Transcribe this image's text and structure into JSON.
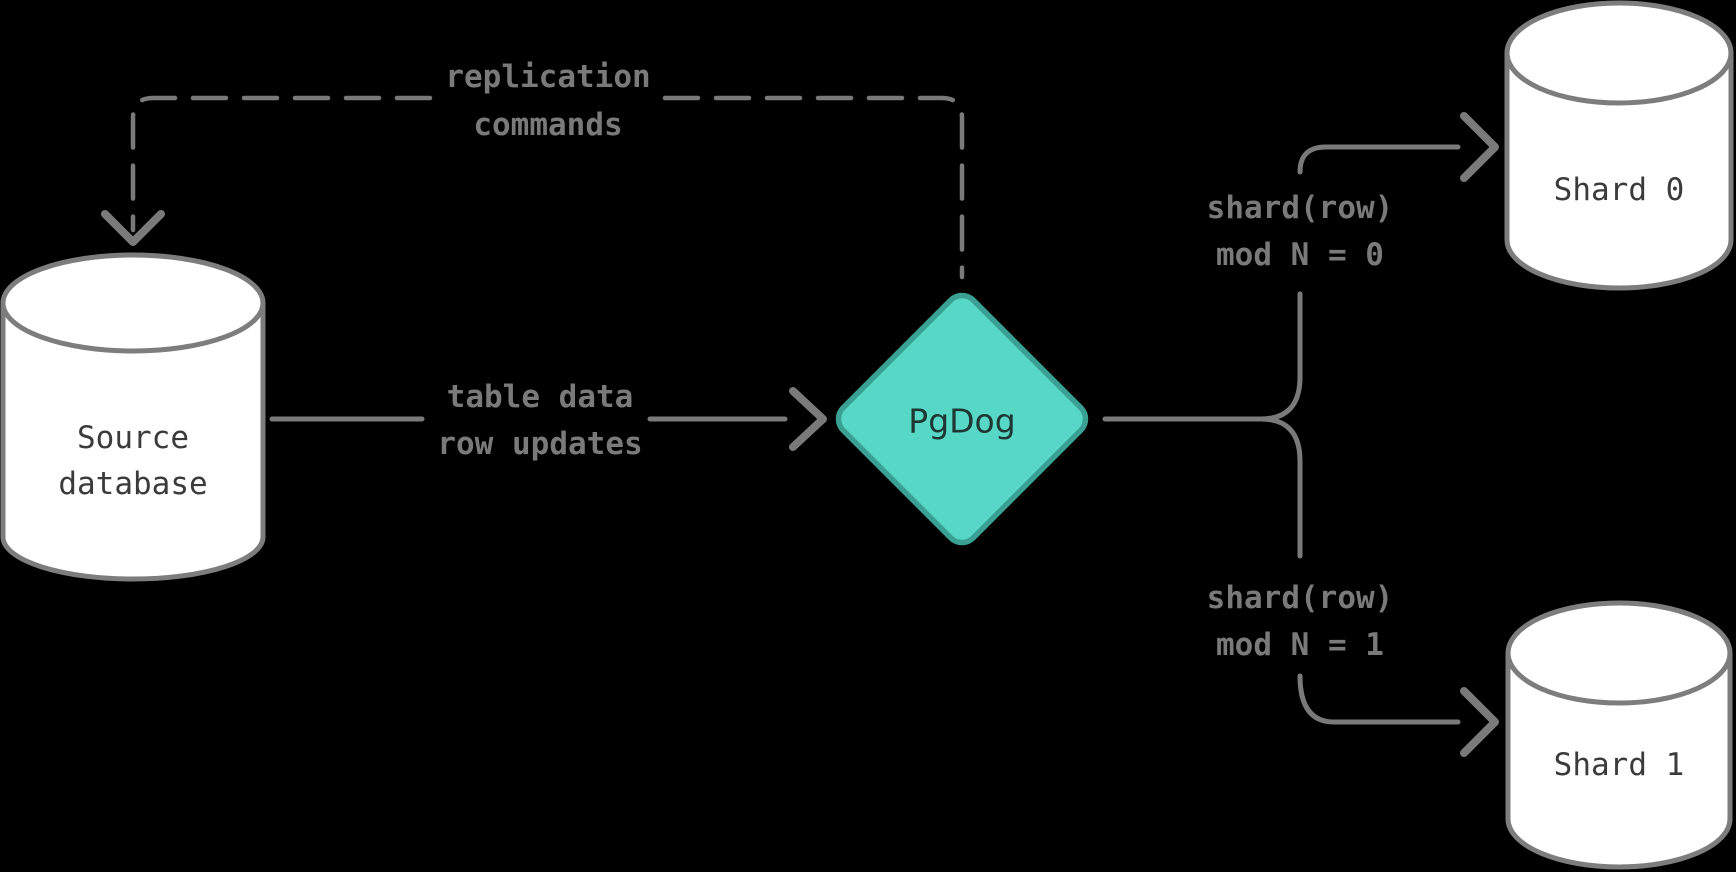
{
  "diagram": {
    "type": "flow-diagram",
    "colors": {
      "background": "#000000",
      "line": "#7a7a7a",
      "edge_label_text": "#7a7a7a",
      "node_fill": "#ffffff",
      "node_stroke": "#7d7d7d",
      "node_text": "#3b3b3b",
      "router_fill": "#57d8c6",
      "router_stroke": "#3aa094",
      "router_text": "#1d3733"
    },
    "nodes": {
      "source": {
        "shape": "cylinder",
        "line1": "Source",
        "line2": "database"
      },
      "router": {
        "shape": "diamond",
        "label": "PgDog"
      },
      "shard0": {
        "shape": "cylinder",
        "label": "Shard 0"
      },
      "shard1": {
        "shape": "cylinder",
        "label": "Shard 1"
      }
    },
    "edges": {
      "replication": {
        "style": "dashed",
        "from": "PgDog",
        "to": "Source database",
        "line1": "replication",
        "line2": "commands"
      },
      "table_data": {
        "style": "solid",
        "from": "Source database",
        "to": "PgDog",
        "line1": "table data",
        "line2": "row updates"
      },
      "shard0_rule": {
        "style": "solid",
        "from": "PgDog",
        "to": "Shard 0",
        "line1": "shard(row)",
        "line2": "mod N = 0"
      },
      "shard1_rule": {
        "style": "solid",
        "from": "PgDog",
        "to": "Shard 1",
        "line1": "shard(row)",
        "line2": "mod N = 1"
      }
    }
  }
}
